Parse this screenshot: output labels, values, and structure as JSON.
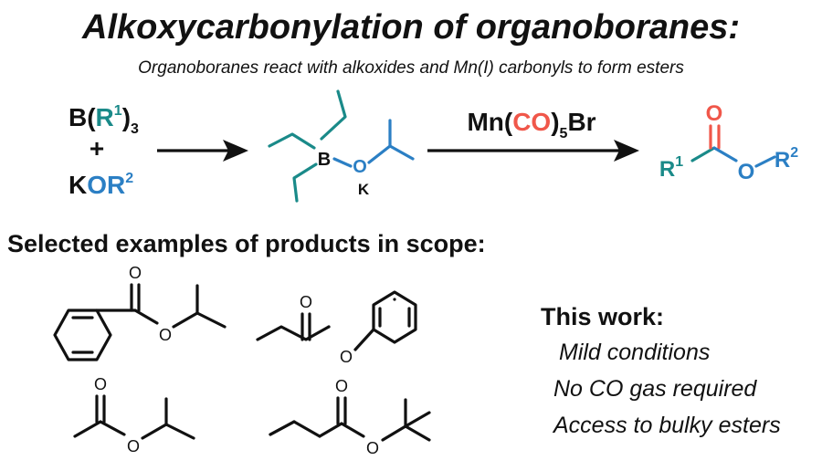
{
  "colors": {
    "black": "#111111",
    "teal": "#1a8a89",
    "blue": "#2b7fc4",
    "red": "#f0574a"
  },
  "title": "Alkoxycarbonylation of organoboranes:",
  "subtitle": "Organoboranes react with alkoxides and Mn(I) carbonyls to form esters",
  "reactants": {
    "borane": {
      "b": "B(",
      "r": "R",
      "sup": "1",
      "close": ")",
      "sub": "3"
    },
    "plus": "+",
    "alkoxide": {
      "k": "K",
      "or": "OR",
      "sup": "2"
    }
  },
  "intermediate": {
    "boron": "B",
    "oxygen": "O",
    "potassium": "K"
  },
  "reagent": {
    "mn": "Mn(",
    "co": "CO",
    "close": ")",
    "sub": "5",
    "br": "Br"
  },
  "product": {
    "r1": "R",
    "r1sup": "1",
    "carbonyl_o": "O",
    "ester_o": "O",
    "r2": "R",
    "r2sup": "2"
  },
  "scope": {
    "heading": "Selected examples of products in scope:",
    "atom_o": "O"
  },
  "this_work": {
    "heading": "This work:",
    "points": [
      "Mild conditions",
      "No CO gas required",
      "Access to bulky esters"
    ]
  }
}
